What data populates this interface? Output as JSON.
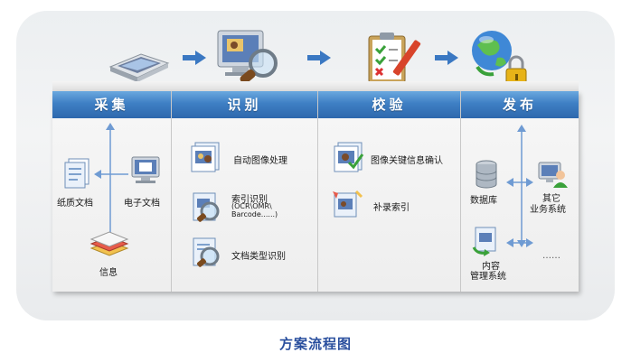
{
  "columns": [
    {
      "title": "采集"
    },
    {
      "title": "识别"
    },
    {
      "title": "校验"
    },
    {
      "title": "发布"
    }
  ],
  "collect": {
    "paper_doc": "纸质文档",
    "electronic_doc": "电子文档",
    "info": "信息"
  },
  "recognize": {
    "auto_image": "自动图像处理",
    "index_line1": "索引识别",
    "index_line2": "(OCR\\OMR\\",
    "index_line3": "Barcode......)",
    "doc_type": "文档类型识别"
  },
  "verify": {
    "key_info": "图像关键信息确认",
    "supplement": "补录索引"
  },
  "publish": {
    "database": "数据库",
    "other_line1": "其它",
    "other_line2": "业务系统",
    "content_line1": "内容",
    "content_line2": "管理系统",
    "more": "……"
  },
  "caption": "方案流程图",
  "colors": {
    "header": "#3e7fc4",
    "arrow": "#3a78c2",
    "caption": "#2a4f9e"
  }
}
